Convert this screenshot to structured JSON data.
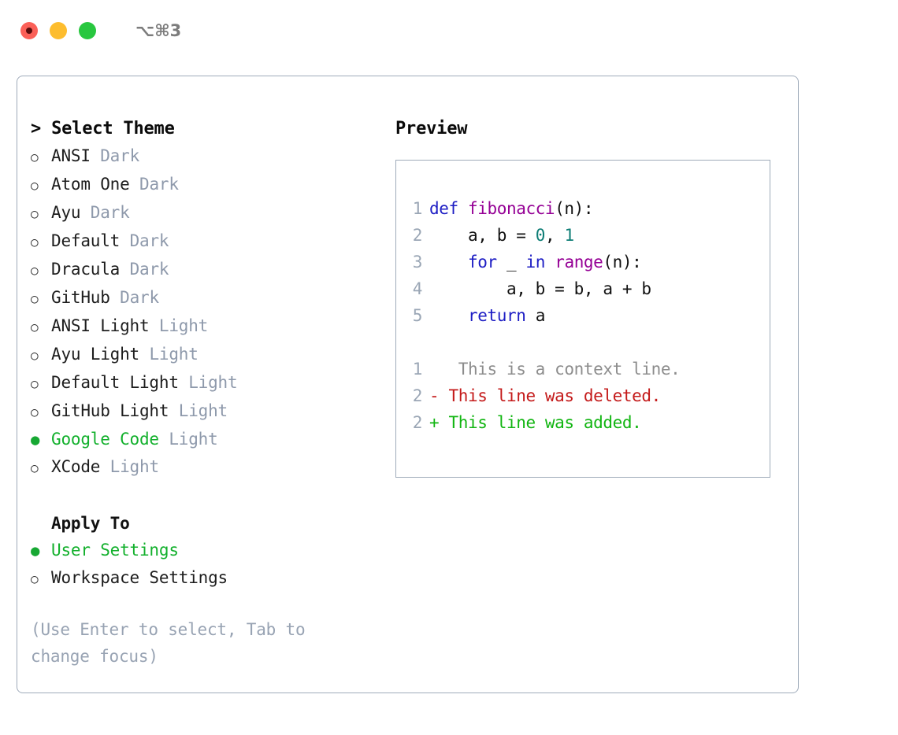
{
  "titlebar": {
    "shortcut": "⌥⌘3",
    "buttons": [
      {
        "name": "close",
        "color": "#FB6058"
      },
      {
        "name": "minimize",
        "color": "#FDBD2E"
      },
      {
        "name": "maximize",
        "color": "#28C73F"
      }
    ]
  },
  "theme_picker": {
    "header": "> Select Theme",
    "options": [
      {
        "bullet": "○",
        "name": "ANSI",
        "tag": "Dark",
        "selected": false
      },
      {
        "bullet": "○",
        "name": "Atom One",
        "tag": "Dark",
        "selected": false
      },
      {
        "bullet": "○",
        "name": "Ayu",
        "tag": "Dark",
        "selected": false
      },
      {
        "bullet": "○",
        "name": "Default",
        "tag": "Dark",
        "selected": false
      },
      {
        "bullet": "○",
        "name": "Dracula",
        "tag": "Dark",
        "selected": false
      },
      {
        "bullet": "○",
        "name": "GitHub",
        "tag": "Dark",
        "selected": false
      },
      {
        "bullet": "○",
        "name": "ANSI Light",
        "tag": "Light",
        "selected": false
      },
      {
        "bullet": "○",
        "name": "Ayu Light",
        "tag": "Light",
        "selected": false
      },
      {
        "bullet": "○",
        "name": "Default Light",
        "tag": "Light",
        "selected": false
      },
      {
        "bullet": "○",
        "name": "GitHub Light",
        "tag": "Light",
        "selected": false
      },
      {
        "bullet": "●",
        "name": "Google Code",
        "tag": "Light",
        "selected": true
      },
      {
        "bullet": "○",
        "name": "XCode",
        "tag": "Light",
        "selected": false
      }
    ]
  },
  "apply_to": {
    "header": "Apply To",
    "options": [
      {
        "bullet": "●",
        "name": "User Settings",
        "selected": true
      },
      {
        "bullet": "○",
        "name": "Workspace Settings",
        "selected": false
      }
    ]
  },
  "hint": "(Use Enter to select, Tab to change focus)",
  "preview": {
    "title": "Preview",
    "code_lines": [
      {
        "no": "1",
        "tokens": [
          {
            "t": "def ",
            "c": "kw"
          },
          {
            "t": "fibonacci",
            "c": "fn"
          },
          {
            "t": "(n):",
            "c": "pun"
          }
        ]
      },
      {
        "no": "2",
        "tokens": [
          {
            "t": "    a, b = ",
            "c": "pun"
          },
          {
            "t": "0",
            "c": "num"
          },
          {
            "t": ", ",
            "c": "pun"
          },
          {
            "t": "1",
            "c": "num"
          }
        ]
      },
      {
        "no": "3",
        "tokens": [
          {
            "t": "    ",
            "c": "pun"
          },
          {
            "t": "for",
            "c": "kw"
          },
          {
            "t": " _ ",
            "c": "pun"
          },
          {
            "t": "in",
            "c": "kw"
          },
          {
            "t": " ",
            "c": "pun"
          },
          {
            "t": "range",
            "c": "fn"
          },
          {
            "t": "(n):",
            "c": "pun"
          }
        ]
      },
      {
        "no": "4",
        "tokens": [
          {
            "t": "        a, b = b, a + b",
            "c": "pun"
          }
        ]
      },
      {
        "no": "5",
        "tokens": [
          {
            "t": "    ",
            "c": "pun"
          },
          {
            "t": "return",
            "c": "kw"
          },
          {
            "t": " a",
            "c": "pun"
          }
        ]
      }
    ],
    "diff_lines": [
      {
        "no": "1",
        "marker": " ",
        "text": "  This is a context line.",
        "kind": "ctx"
      },
      {
        "no": "2",
        "marker": "-",
        "text": " This line was deleted.",
        "kind": "del"
      },
      {
        "no": "2",
        "marker": "+",
        "text": " This line was added.",
        "kind": "add"
      }
    ]
  },
  "colors": {
    "accent_green": "#12b02c",
    "muted": "#8e99ab",
    "border": "#9fabba",
    "keyword": "#1d1dc4",
    "function": "#950095",
    "number": "#0d7d75",
    "diff_add": "#11b511",
    "diff_del": "#c41a1a",
    "diff_ctx": "#8d8d8d"
  }
}
